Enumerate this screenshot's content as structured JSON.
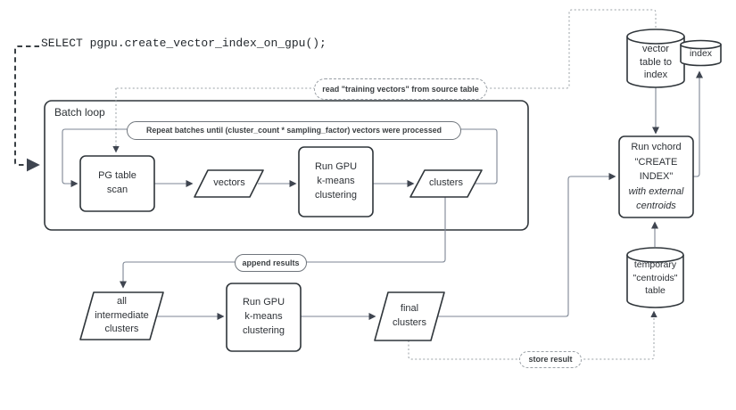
{
  "diagram_title": "GPU vector index creation flow",
  "colors": {
    "node_border": "#2f353a",
    "connector": "#7d8694",
    "arrowhead": "#3f4550",
    "dashed_line": "#9aa0a6",
    "text": "#2d3136",
    "background": "#ffffff"
  },
  "sql": {
    "statement": "SELECT pgpu.create_vector_index_on_gpu();"
  },
  "batch_loop": {
    "title": "Batch loop",
    "repeat_condition": "Repeat batches until (cluster_count * sampling_factor) vectors were processed"
  },
  "edge_labels": {
    "read_training": "read \"training vectors\" from source table",
    "append_results": "append results",
    "store_result": "store result"
  },
  "nodes": {
    "pg_table_scan": "PG table\nscan",
    "vectors": "vectors",
    "gpu_kmeans_batch": "Run GPU\nk-means\nclustering",
    "clusters": "clusters",
    "all_intermediate_clusters": "all\nintermediate\nclusters",
    "gpu_kmeans_final": "Run GPU\nk-means\nclustering",
    "final_clusters": "final\nclusters",
    "run_vchord_main": "Run vchord\n\"CREATE\nINDEX\"",
    "run_vchord_emphasis": "with external\ncentroids",
    "vector_table": "vector\ntable to\nindex",
    "index_store": "index",
    "temp_centroids": "temporary\n\"centroids\"\ntable"
  }
}
